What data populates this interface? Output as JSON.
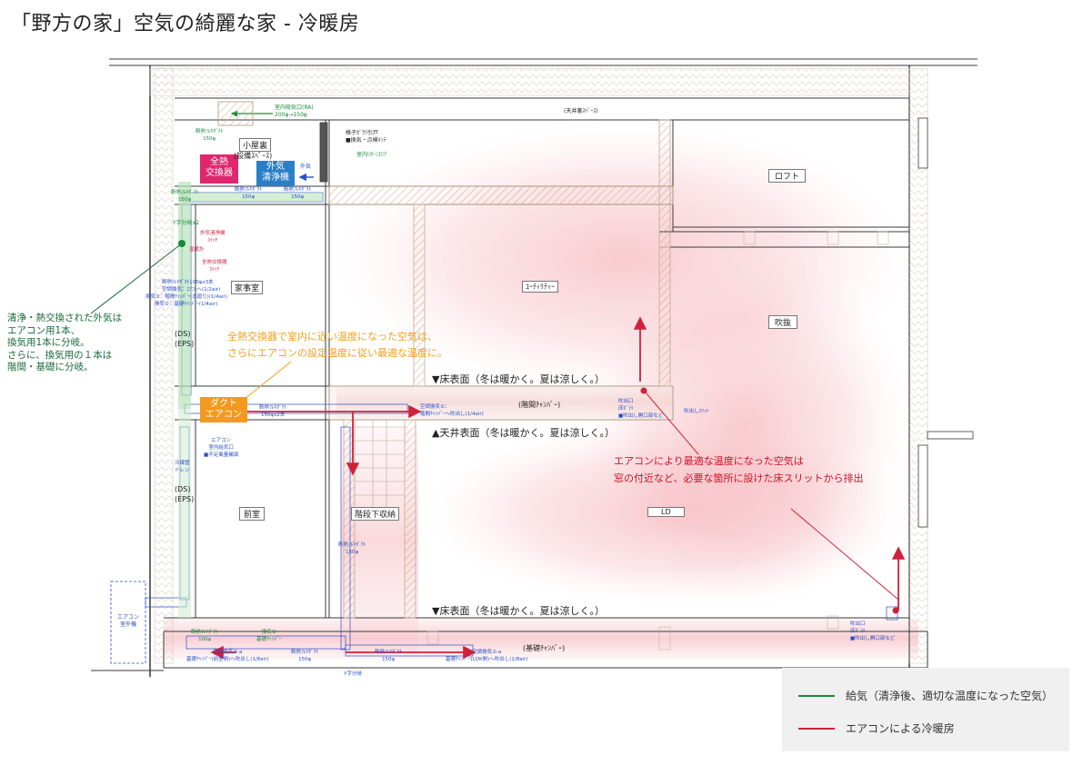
{
  "title": "「野方の家」空気の綺麗な家 - 冷暖房",
  "rooms": {
    "attic": "小屋裏",
    "attic_sub": "(設備ｽﾍﾟｰｽ)",
    "ceiling_space": "(天井裏ｽﾍﾟｰｽ)",
    "loft": "ロフト",
    "housework": "家事室",
    "utility": "ﾕｰﾃｨﾘﾃｨｰ",
    "fukinuke": "吹抜",
    "ds_eps_upper": "(DS)\n(EPS)",
    "ds_eps_lower": "(DS)\n(EPS)",
    "zenshitsu": "前室",
    "stair_storage": "階段下収納",
    "ld": "LD",
    "stair_chamber": "(階間ﾁｬﾝﾊﾞｰ)",
    "foundation_chamber": "(基礎ﾁｬﾝﾊﾞｰ)",
    "outdoor_unit": "エアコン\n室外機"
  },
  "equipment": {
    "heat_exchanger": "全熱\n交換器",
    "air_purifier": "外気\n清浄機",
    "duct_aircon": "ダクト\nエアコン",
    "outside_air": "外気"
  },
  "small_labels": {
    "ra_inlet": "室内吸気口(RA)\n200φ→150φ",
    "lattice_door": "格子ｶﾞﾗﾘ引戸\n■換気・点検ﾒﾝﾃ",
    "return_area": "室内ﾘﾀｰﾝｴﾘｱ",
    "duct_150_a": "断熱ﾌﾚｷﾀﾞｸﾄ\n150φ",
    "duct_150_b": "断熱ﾌﾚｷﾀﾞｸﾄ\n150φ",
    "duct_150_c": "断熱ﾌﾚｷﾀﾞｸﾄ\n150φ",
    "duct_150_d": "断熱ﾌﾚｷﾀﾞｸﾄ\n150φ",
    "y_branch_top": "Y字分岐x2",
    "purifier_switch": "外気清浄機\nｽｲｯﾁ",
    "humidity": "湿度計",
    "exchanger_switch": "全熱交換器\nｽｲｯﾁ",
    "duct_100x3": "断熱ﾌﾚｷﾀﾞｸﾄ100φx3本",
    "air_supply": "空調換気：ｴｱｺﾝへ(1/2air)",
    "vent1": "換気①：階間ﾁｬﾝﾊﾞｰ(水廻り)(1/4air)",
    "vent2": "換気②：基礎ﾁｬﾝﾊﾞｰ(1/4air)",
    "aircon_intake": "エアコン\n室内給気口\n■不足風量補填",
    "drain": "冷媒管\nドレン",
    "duct_150x2": "断熱ﾌﾚｷﾀﾞｸﾄ\n150φx2本",
    "vent1_b": "空調換気①：\n階間ﾁｬﾝﾊﾞｰへ吹出し(1/4air)",
    "outlet_upper": "吹出口\n床ｶﾞﾗﾘ\n■吹出し開口部など",
    "floor_slit_upper": "吹出しｽﾘｯﾄ",
    "duct_150_e": "断熱ﾌﾚｷﾀﾞｸﾄ\n150φ",
    "duct_100": "断熱ﾌﾚｷﾀﾞｸﾄ\n100φ",
    "vent2_b": "換気②\n基礎ﾁｬﾝﾊﾞｰ",
    "vent2_c": "空調換気②-a\n基礎ﾁｬﾝﾊﾞｰ(前室側)へ吹出し(1/8air)",
    "duct_150_f": "断熱ﾌﾚｷﾀﾞｸﾄ\n150φ",
    "duct_150_g": "断熱ﾌﾚｷﾀﾞｸﾄ\n150φ",
    "vent2_d": "空調換気②-a\n基礎ﾁｬﾝﾊﾞｰ(LDK側)へ吹出し(1/8air)",
    "y_branch_bottom": "Y字分岐",
    "outlet_lower": "吹出口\n床ｶﾞﾗﾘ\n■吹出し開口部など"
  },
  "annotations": {
    "outside_air_note": "清浄・熱交換された外気は\nエアコン用1本、\n換気用1本に分岐。\nさらに、換気用の１本は\n階間・基礎に分岐。",
    "exchanger_note": "全熱交換器で室内に近い温度になった空気は、\nさらにエアコンの設定温度に従い最適な温度に。",
    "floor_surface_1": "▼床表面（冬は暖かく。夏は涼しく。）",
    "ceiling_surface": "▲天井表面（冬は暖かく。夏は涼しく。）",
    "floor_surface_2": "▼床表面（冬は暖かく。夏は涼しく。）",
    "aircon_note": "エアコンにより最適な温度になった空気は\n窓の付近など、必要な箇所に設けた床スリットから排出"
  },
  "legend": [
    {
      "label": "給気（清浄後、適切な温度になった空気）",
      "color": "#1a8a3a"
    },
    {
      "label": "エアコンによる冷暖房",
      "color": "#d0213b"
    }
  ],
  "colors": {
    "supply": "#1a8a3a",
    "aircon": "#d0213b",
    "exchanger": "#e0266e",
    "purifier": "#2a7fc6",
    "duct_aircon": "#f39a1e",
    "annotation_orange": "#f0a020",
    "annotation_green": "#1a6a3a",
    "annotation_red": "#c8142c",
    "wall": "#3a3a3a",
    "wood": "#c9a98e"
  }
}
